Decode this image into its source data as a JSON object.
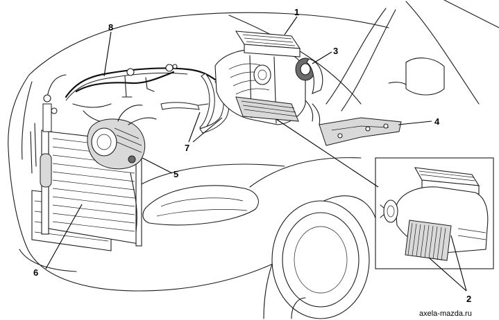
{
  "callouts": [
    {
      "id": "c1",
      "label": "1",
      "part": "heater-unit-housing"
    },
    {
      "id": "c2",
      "label": "2",
      "part": "cabin-air-filter"
    },
    {
      "id": "c3",
      "label": "3",
      "part": "blower-motor"
    },
    {
      "id": "c4",
      "label": "4",
      "part": "bracket"
    },
    {
      "id": "c5",
      "label": "5",
      "part": "compressor"
    },
    {
      "id": "c6",
      "label": "6",
      "part": "condenser"
    },
    {
      "id": "c7",
      "label": "7",
      "part": "heater-hoses"
    },
    {
      "id": "c8",
      "label": "8",
      "part": "refrigerant-lines"
    }
  ],
  "watermark": "axela-mazda.ru",
  "colors": {
    "ink": "#1a1a1a",
    "background": "#ffffff"
  }
}
